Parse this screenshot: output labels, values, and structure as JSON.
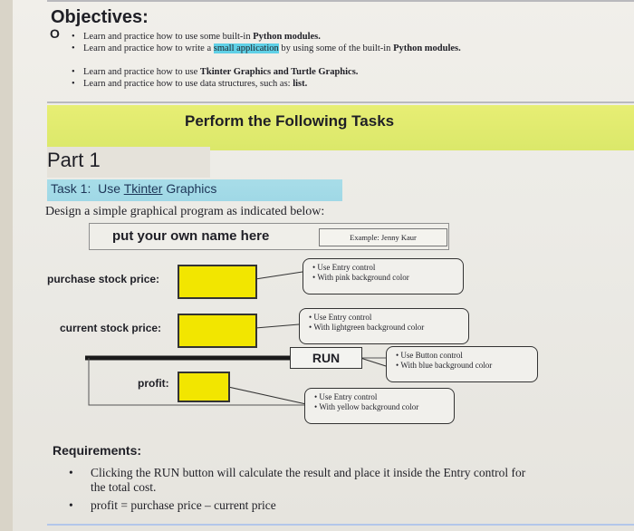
{
  "objectives": {
    "title": "Objectives:",
    "ring": "O",
    "items": [
      {
        "p1": "Learn and practice how to use some built-in ",
        "b1": "Python modules."
      },
      {
        "p1": "Learn and practice how to write a ",
        "hl": "small application",
        "p2": " by using some of the built-in ",
        "b1": "Python modules."
      },
      {
        "p1": "Learn and practice how to use ",
        "b1": "Tkinter Graphics and Turtle Graphics."
      },
      {
        "p1": "Learn and practice how to use data structures, such as: ",
        "b1": "list."
      }
    ]
  },
  "tasks_heading": "Perform the Following Tasks",
  "part_title": "Part 1",
  "task": {
    "label": "Task 1:",
    "use": "Use",
    "name": "Tkinter",
    "graphics": "Graphics",
    "description": "Design a simple graphical program as indicated below:"
  },
  "mockup": {
    "name_label": "put your own name here",
    "example": "Example: Jenny Kaur",
    "purchase_label": "purchase stock price:",
    "current_label": "current stock price:",
    "profit_label": "profit:",
    "run_label": "RUN",
    "callouts": {
      "purchase": [
        "Use Entry control",
        "With pink background color"
      ],
      "current": [
        "Use Entry control",
        "With lightgreen background color"
      ],
      "run": [
        "Use Button control",
        "With blue background color"
      ],
      "profit": [
        "Use Entry control",
        "With yellow background color"
      ]
    }
  },
  "requirements": {
    "title": "Requirements:",
    "items": [
      "Clicking the RUN button will calculate the result and place it inside the Entry control for the total cost.",
      "profit = purchase price – current price"
    ]
  },
  "colors": {
    "highlight_yellow": "#e3ea6c",
    "highlight_cyan": "#a8dde8",
    "entry_yellow": "#f2e600"
  }
}
